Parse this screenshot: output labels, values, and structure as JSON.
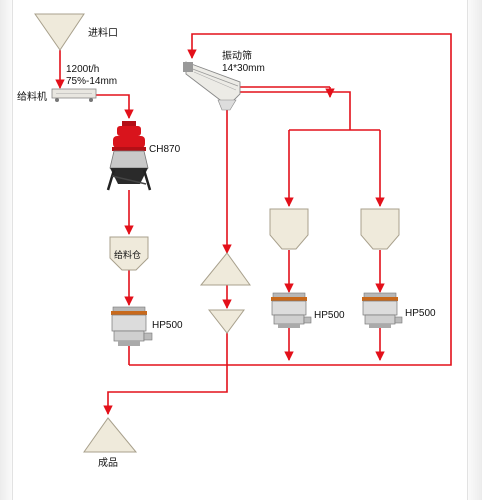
{
  "diagram": {
    "labels": {
      "feed_inlet": "进料口",
      "capacity": "1200t/h",
      "size_spec": "75%-14mm",
      "feeder": "给料机",
      "cone_crusher": "CH870",
      "vibrating_screen": "振动筛",
      "screen_spec": "14*30mm",
      "feed_bin": "给料仓",
      "hp_left": "HP500",
      "hp_middle": "HP500",
      "hp_right": "HP500",
      "product": "成品"
    },
    "colors": {
      "flow_line": "#e3101a",
      "hopper_fill": "#efeadb",
      "hopper_stroke": "#a8a08c",
      "crusher_red": "#d9141c",
      "machine_body": "#dcdcdc",
      "machine_dark": "#2a2a2a"
    }
  }
}
